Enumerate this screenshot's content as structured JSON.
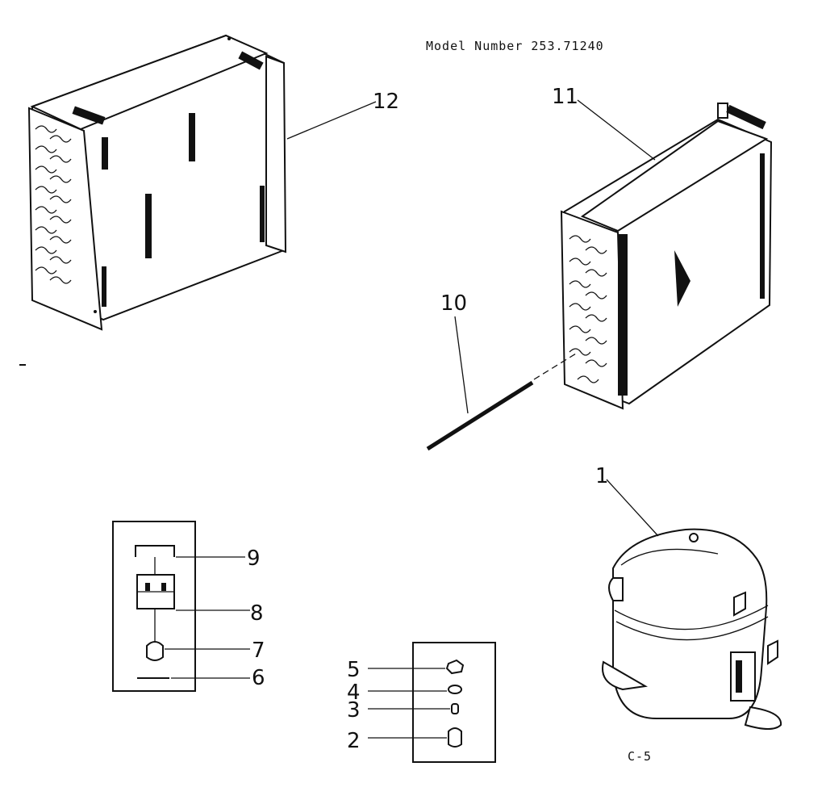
{
  "header": {
    "model_number": "Model Number 253.71240"
  },
  "footer": {
    "page_code": "C-5"
  },
  "callouts": [
    {
      "id": "1",
      "part": "compressor"
    },
    {
      "id": "2",
      "part": "grommet-bottom"
    },
    {
      "id": "3",
      "part": "sleeve"
    },
    {
      "id": "4",
      "part": "washer"
    },
    {
      "id": "5",
      "part": "nut"
    },
    {
      "id": "6",
      "part": "clip"
    },
    {
      "id": "7",
      "part": "terminal-cap"
    },
    {
      "id": "8",
      "part": "relay-overload"
    },
    {
      "id": "9",
      "part": "cover-clip"
    },
    {
      "id": "10",
      "part": "tube"
    },
    {
      "id": "11",
      "part": "evaporator"
    },
    {
      "id": "12",
      "part": "condenser"
    }
  ],
  "colors": {
    "ink": "#111111",
    "paper": "#ffffff"
  }
}
